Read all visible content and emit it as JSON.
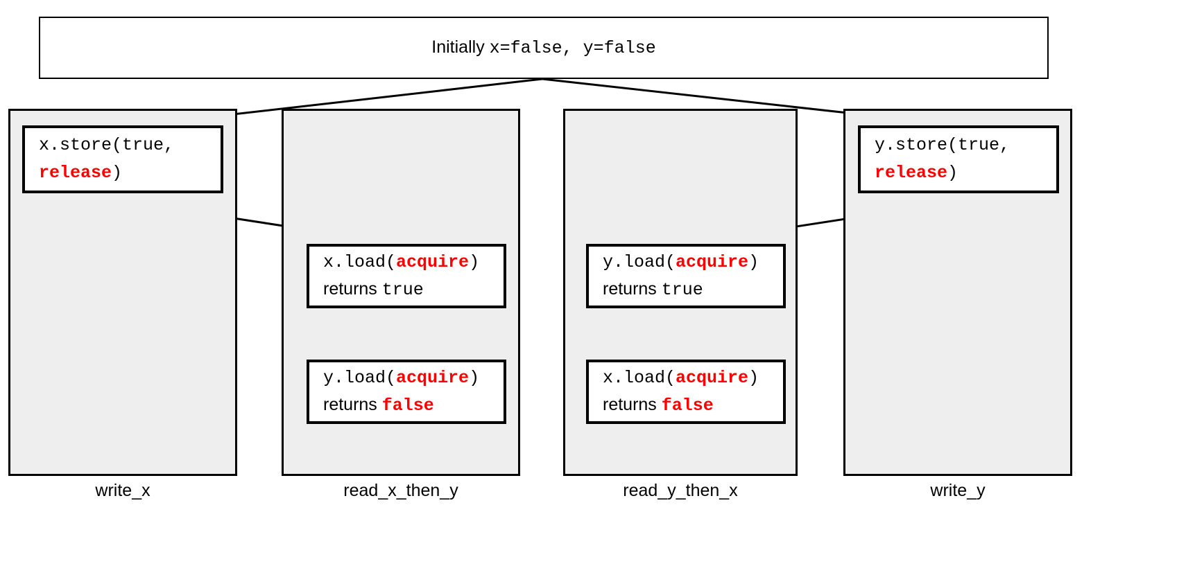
{
  "diagram": {
    "title_prefix": "Initially ",
    "title_values": "x=false, y=false"
  },
  "colors": {
    "accent": "#ff0000",
    "column_background": "#eeeeee",
    "box_background": "#ffffff",
    "stroke": "#000000"
  },
  "threads": [
    {
      "label": "write_x",
      "operations": [
        {
          "id": "store-x",
          "line1_code": "x.store(true,",
          "line1_keyword": "",
          "line2_keyword": "release",
          "line2_code": ")",
          "returns_label": "",
          "returns_value": ""
        }
      ]
    },
    {
      "label": "read_x_then_y",
      "operations": [
        {
          "id": "load-x",
          "call_prefix": "x.load(",
          "keyword": "acquire",
          "call_suffix": ")",
          "returns_label": "returns ",
          "returns_value": "true",
          "returns_emphasis": false
        },
        {
          "id": "load-y",
          "call_prefix": "y.load(",
          "keyword": "acquire",
          "call_suffix": ")",
          "returns_label": "returns ",
          "returns_value": "false",
          "returns_emphasis": true
        }
      ]
    },
    {
      "label": "read_y_then_x",
      "operations": [
        {
          "id": "load-y-top",
          "call_prefix": "y.load(",
          "keyword": "acquire",
          "call_suffix": ")",
          "returns_label": "returns ",
          "returns_value": "true",
          "returns_emphasis": false
        },
        {
          "id": "load-x-bottom",
          "call_prefix": "x.load(",
          "keyword": "acquire",
          "call_suffix": ")",
          "returns_label": "returns ",
          "returns_value": "false",
          "returns_emphasis": true
        }
      ]
    },
    {
      "label": "write_y",
      "operations": [
        {
          "id": "store-y",
          "line1_code": "y.store(true,",
          "line2_keyword": "release",
          "line2_code": ")"
        }
      ]
    }
  ]
}
